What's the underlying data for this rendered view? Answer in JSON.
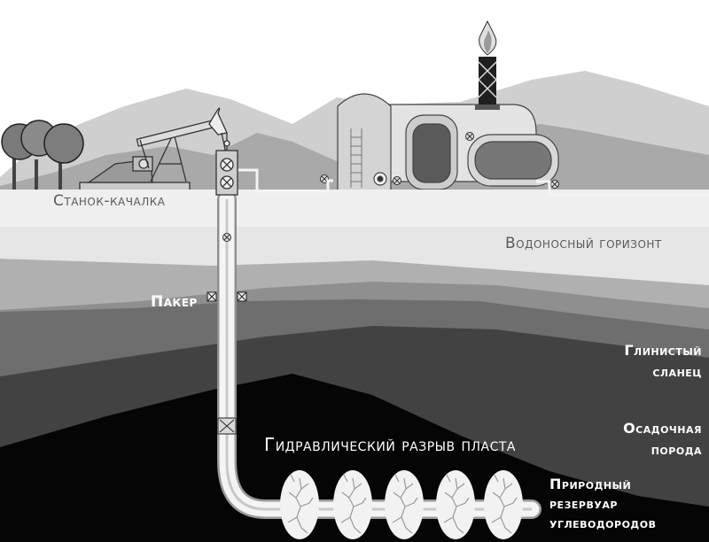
{
  "labels": {
    "pumpjack": "Станок-качалка",
    "aquifer": "Водоносный горизонт",
    "packer": "Пакер",
    "shale_1": "Глинистый",
    "shale_2": "сланец",
    "sediment_1": "Осадочная",
    "sediment_2": "порода",
    "fracking": "Гидравлический разрыв пласта",
    "reservoir_1": "Природный",
    "reservoir_2": "резервуар",
    "reservoir_3": "углеводородов"
  },
  "colors": {
    "sky": "#ffffff",
    "mountains_far": "#cfcfcf",
    "mountains_near": "#a9a9a9",
    "ground_surface": "#efefef",
    "aquifer_band": "#e6e6e6",
    "layer_light": "#b0b0b0",
    "layer_mid": "#8f8f8f",
    "shale": "#6e6e6e",
    "sediment": "#424242",
    "reservoir": "#050505",
    "pipe": "#f4f4f4"
  },
  "icons": [
    "tree-icon",
    "pumpjack-icon",
    "wellhead-icon",
    "storage-tank-icon",
    "flare-stack-icon",
    "valve-icon",
    "packer-icon",
    "fracture-icon"
  ]
}
